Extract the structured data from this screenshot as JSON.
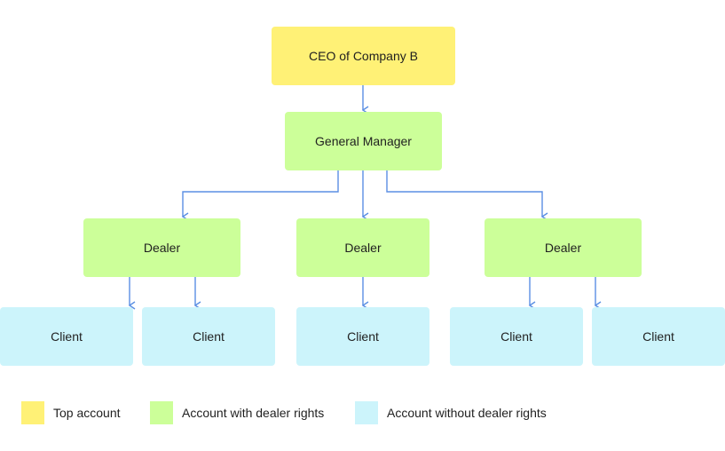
{
  "nodes": {
    "ceo": "CEO of Company B",
    "general_manager": "General Manager",
    "dealers": [
      "Dealer",
      "Dealer",
      "Dealer"
    ],
    "clients": [
      "Client",
      "Client",
      "Client",
      "Client",
      "Client"
    ]
  },
  "legend": {
    "top": "Top account",
    "with_rights": "Account with dealer rights",
    "without_rights": "Account without dealer rights"
  },
  "colors": {
    "top": "#fff176",
    "dealer_rights": "#ccff99",
    "no_dealer_rights": "#ccf4fb",
    "connector": "#5b8fe3"
  }
}
